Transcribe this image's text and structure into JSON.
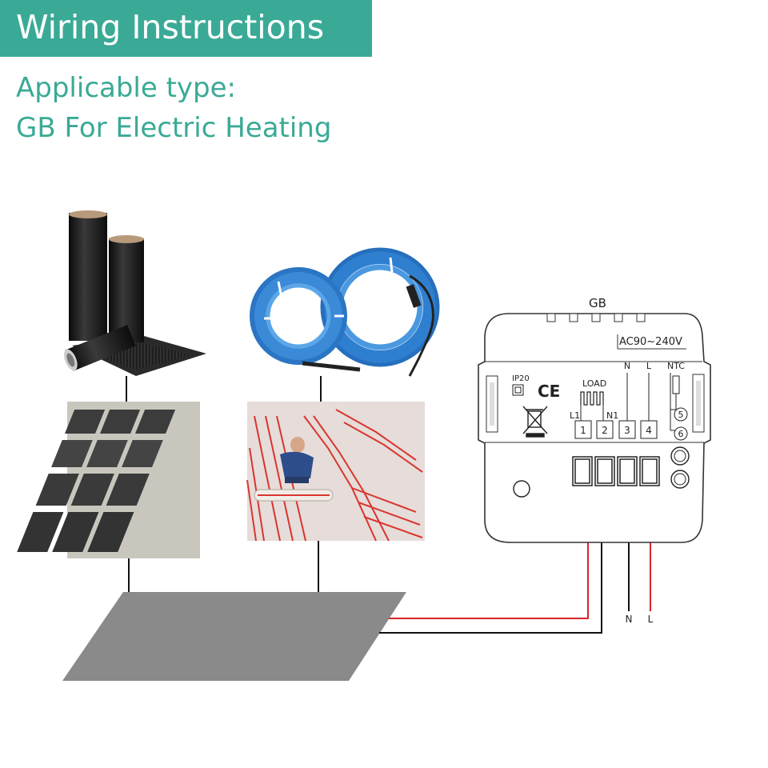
{
  "header": {
    "title": "Wiring Instructions",
    "subtitle_line1": "Applicable type:",
    "subtitle_line2": "GB For Electric Heating"
  },
  "thermostat": {
    "model": "GB",
    "voltage": "AC90~240V",
    "ip_rating": "IP20",
    "ce_mark": "CE",
    "load_label": "LOAD",
    "n_label": "N",
    "l_label": "L",
    "ntc_label": "NTC",
    "l1_label": "L1",
    "n1_label": "N1",
    "terminals": [
      "1",
      "2",
      "3",
      "4"
    ],
    "sensor_terminals": [
      "5",
      "6"
    ]
  },
  "wires": {
    "neutral_label": "N",
    "live_label": "L"
  },
  "colors": {
    "accent": "#3aaa96",
    "live_wire": "#d9252b",
    "neutral_wire": "#111111",
    "floor_panel": "#8a8a8a",
    "cable_blue": "#2f7fd0"
  },
  "images": {
    "heating_film_rolls": "heating-film-rolls-image",
    "heating_cable_coils": "heating-cable-coils-image",
    "film_floor_install": "film-floor-install-image",
    "cable_floor_install": "cable-floor-install-image"
  }
}
